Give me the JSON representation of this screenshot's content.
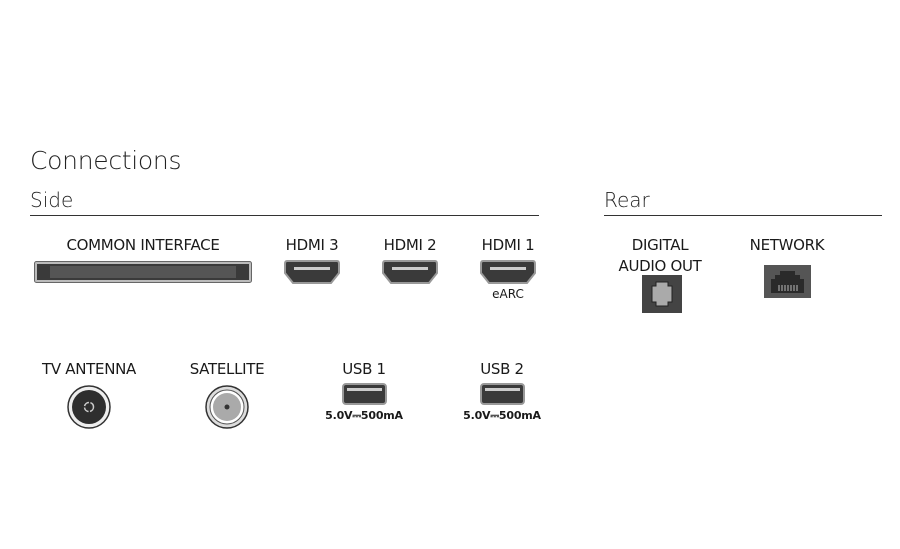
{
  "title": "Connections",
  "side": {
    "heading": "Side",
    "ports": [
      {
        "label": "COMMON INTERFACE",
        "icon": "ci-slot-icon"
      },
      {
        "label": "HDMI 3",
        "icon": "hdmi-port-icon"
      },
      {
        "label": "HDMI 2",
        "icon": "hdmi-port-icon"
      },
      {
        "label": "HDMI 1",
        "icon": "hdmi-port-icon",
        "note": "eARC"
      },
      {
        "label": "TV ANTENNA",
        "icon": "antenna-port-icon"
      },
      {
        "label": "SATELLITE",
        "icon": "satellite-port-icon"
      },
      {
        "label": "USB 1",
        "icon": "usb-port-icon",
        "note": "5.0V⎓500mA"
      },
      {
        "label": "USB 2",
        "icon": "usb-port-icon",
        "note": "5.0V⎓500mA"
      }
    ]
  },
  "rear": {
    "heading": "Rear",
    "ports": [
      {
        "label_line1": "DIGITAL",
        "label_line2": "AUDIO OUT",
        "icon": "optical-port-icon"
      },
      {
        "label": "NETWORK",
        "icon": "ethernet-port-icon"
      }
    ]
  }
}
